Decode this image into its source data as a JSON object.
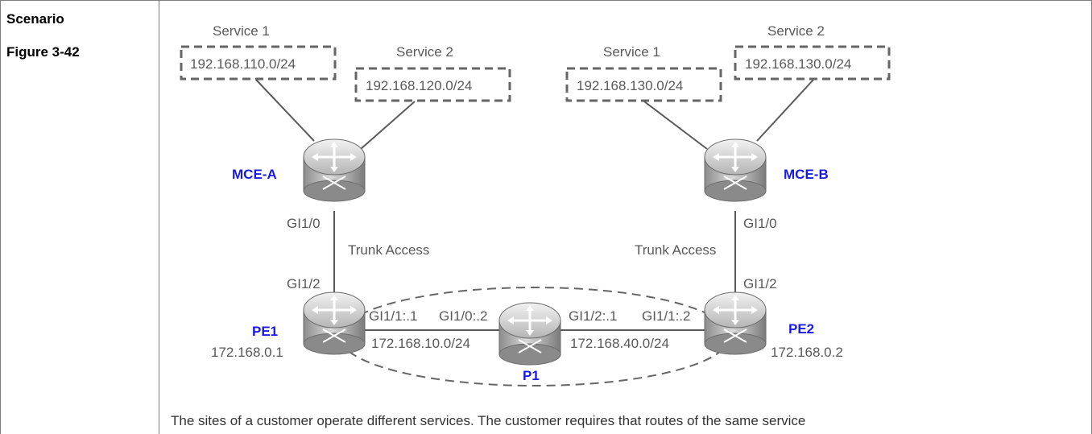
{
  "left_column": {
    "scenario": "Scenario",
    "figure": "Figure 3-42"
  },
  "diagram": {
    "subnets": {
      "a1": {
        "service": "Service 1",
        "network": "192.168.110.0/24"
      },
      "a2": {
        "service": "Service 2",
        "network": "192.168.120.0/24"
      },
      "b1": {
        "service": "Service 1",
        "network": "192.168.130.0/24"
      },
      "b2": {
        "service": "Service 2",
        "network": "192.168.130.0/24"
      }
    },
    "devices": {
      "mce_a": {
        "name": "MCE-A"
      },
      "mce_b": {
        "name": "MCE-B"
      },
      "pe1": {
        "name": "PE1",
        "address": "172.168.0.1"
      },
      "pe2": {
        "name": "PE2",
        "address": "172.168.0.2"
      },
      "p1": {
        "name": "P1"
      }
    },
    "interfaces": {
      "mce_a_gi": "GI1/0",
      "pe1_up": "GI1/2",
      "mce_b_gi": "GI1/0",
      "pe2_up": "GI1/2",
      "pe1_right": "GI1/1:.1",
      "p1_left": "GI1/0:.2",
      "p1_right": "GI1/2:.1",
      "pe2_left": "GI1/1:.2"
    },
    "links": {
      "left_trunk": "Trunk Access",
      "right_trunk": "Trunk Access",
      "pe1_p1": "172.168.10.0/24",
      "p1_pe2": "172.168.40.0/24"
    }
  },
  "description": "The sites of a customer operate different services. The customer requires that routes of the same service"
}
